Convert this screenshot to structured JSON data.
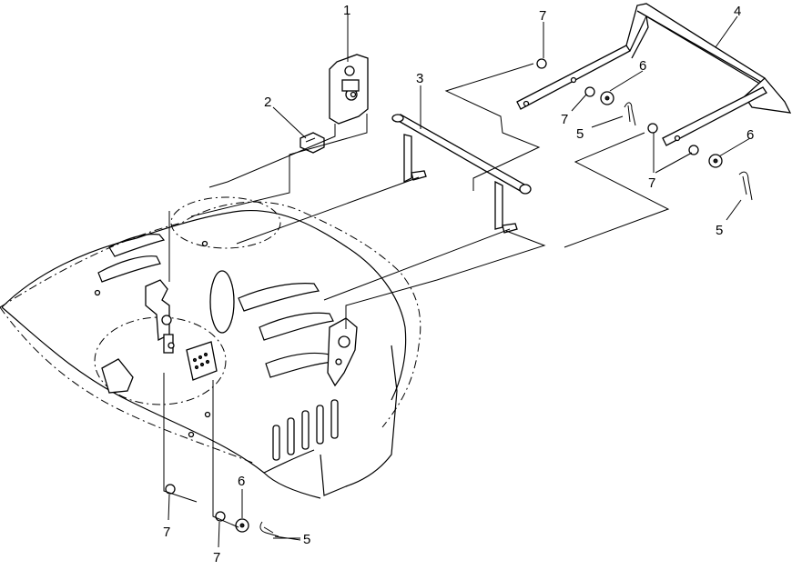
{
  "callouts": {
    "c1": "1",
    "c2": "2",
    "c3": "3",
    "c4": "4",
    "c5a": "5",
    "c5b": "5",
    "c5c": "5",
    "c6a": "6",
    "c6b": "6",
    "c6c": "6",
    "c7a": "7",
    "c7b": "7",
    "c7c": "7",
    "c7d": "7",
    "c7e": "7"
  }
}
